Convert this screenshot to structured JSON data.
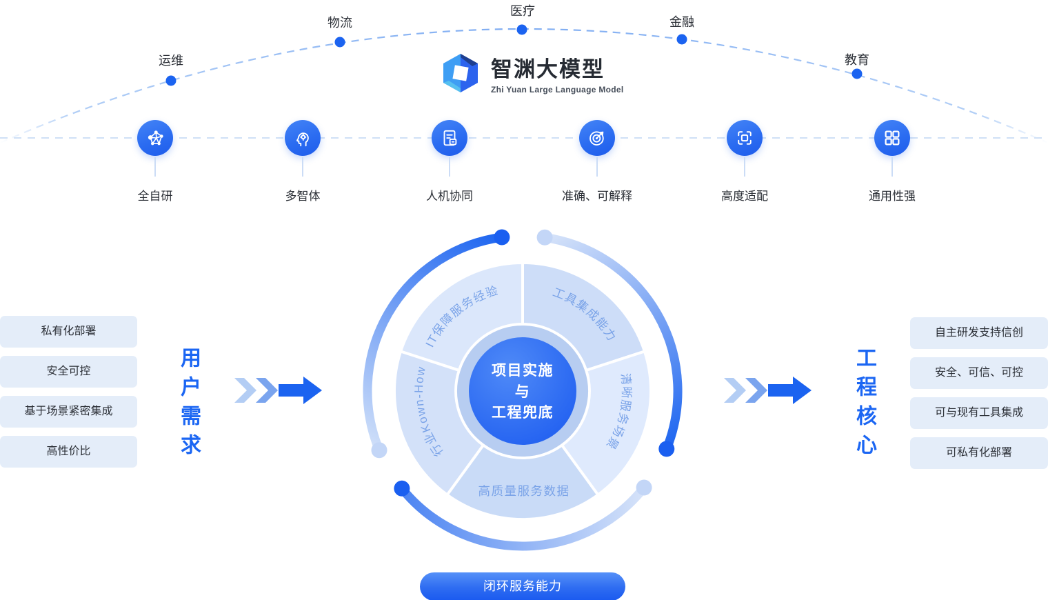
{
  "arc_industries": {
    "items": [
      {
        "label": "运维"
      },
      {
        "label": "物流"
      },
      {
        "label": "医疗"
      },
      {
        "label": "金融"
      },
      {
        "label": "教育"
      }
    ]
  },
  "brand": {
    "title": "智渊大模型",
    "subtitle": "Zhi Yuan Large Language Model",
    "logo": "hexagon-cube-logo"
  },
  "features": {
    "items": [
      {
        "label": "全自研",
        "icon": "network-icon"
      },
      {
        "label": "多智体",
        "icon": "head-bulb-icon"
      },
      {
        "label": "人机协同",
        "icon": "document-icon"
      },
      {
        "label": "准确、可解释",
        "icon": "target-icon"
      },
      {
        "label": "高度适配",
        "icon": "scan-frame-icon"
      },
      {
        "label": "通用性强",
        "icon": "grid-icon"
      }
    ]
  },
  "user_needs": {
    "title": "用户需求",
    "items": [
      {
        "label": "私有化部署"
      },
      {
        "label": "安全可控"
      },
      {
        "label": "基于场景紧密集成"
      },
      {
        "label": "高性价比"
      }
    ]
  },
  "engineering_core": {
    "title": "工程核心",
    "items": [
      {
        "label": "自主研发支持信创"
      },
      {
        "label": "安全、可信、可控"
      },
      {
        "label": "可与现有工具集成"
      },
      {
        "label": "可私有化部署"
      }
    ]
  },
  "core_diagram": {
    "center": {
      "line1": "项目实施",
      "line2": "与",
      "line3": "工程兜底"
    },
    "segments": [
      {
        "label": "IT保障服务经验"
      },
      {
        "label": "工具集成能力"
      },
      {
        "label": "清晰服务场景"
      },
      {
        "label": "高质量服务数据"
      },
      {
        "label": "行业Kown-How"
      }
    ]
  },
  "bottom_banner": {
    "label": "闭环服务能力"
  },
  "colors": {
    "primary_blue": "#1b63f0",
    "dash_blue": "#9ec2f4",
    "grid_dash_blue": "#cfe0f6",
    "ring_fill": "#b7cdf1",
    "segment_text_blue": "#7aa3e8",
    "box_fill": "#e4edf9",
    "panel_title_blue": "#1b66f3",
    "light_dot": "#c3d6f7"
  }
}
